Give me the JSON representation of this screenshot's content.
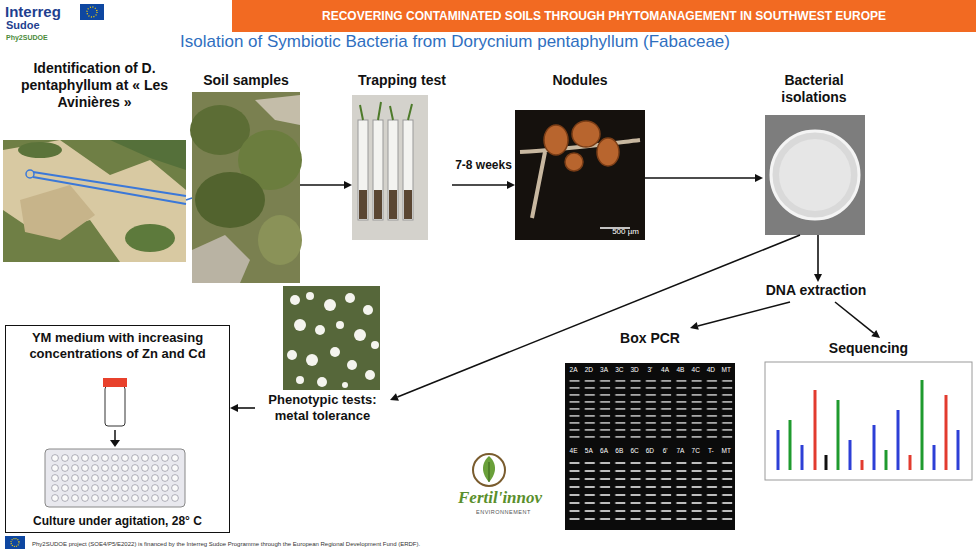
{
  "diagram": {
    "title": "Isolation of Symbiotic Bacteria from Dorycnium pentaphyllum (Fabaceae)",
    "nodes": [
      {
        "text": [
          "Identification of D. pentaphyllum at « Les Avinières »"
        ]
      },
      {
        "text": [
          "Soil samples"
        ]
      },
      {
        "text": [
          "Trapping test"
        ]
      },
      {
        "text": [
          "Nodules",
          "500 µm"
        ]
      },
      {
        "text": [
          "Bacterial isolations"
        ]
      },
      {
        "text": [
          "DNA extraction"
        ]
      },
      {
        "text": [
          "Box PCR"
        ]
      },
      {
        "text": [
          "Sequencing"
        ]
      },
      {
        "text": [
          "Phenotypic tests: metal tolerance"
        ]
      },
      {
        "text": [
          "YM medium with increasing concentrations of Zn and Cd",
          "Culture under agitation, 28° C"
        ]
      }
    ],
    "edges": [
      {
        "from": 0,
        "to": 1,
        "arrow": "none"
      },
      {
        "from": 1,
        "to": 2,
        "arrow": "to"
      },
      {
        "from": 2,
        "to": 3,
        "label": "7-8 weeks",
        "arrow": "to"
      },
      {
        "from": 3,
        "to": 4,
        "arrow": "to"
      },
      {
        "from": 4,
        "to": 5,
        "arrow": "to"
      },
      {
        "from": 5,
        "to": 6,
        "arrow": "to"
      },
      {
        "from": 5,
        "to": 7,
        "arrow": "to"
      },
      {
        "from": 4,
        "to": 8,
        "arrow": "to"
      },
      {
        "from": 8,
        "to": 9,
        "arrow": "to"
      }
    ],
    "labels": [
      "RECOVERING CONTAMINATED SOILS THROUGH PHYTOMANAGEMENT IN SOUTHWEST EUROPE",
      "Interreg",
      "Sudoe",
      "Phy2SUDOE",
      "2A",
      "2D",
      "3A",
      "3C",
      "3D",
      "3'",
      "4A",
      "4B",
      "4C",
      "4D",
      "MT",
      "4E",
      "5A",
      "6A",
      "6B",
      "6C",
      "6D",
      "6'",
      "7A",
      "7C",
      "T-",
      "MT",
      "Fertil'innov",
      "ENVIRONNEMENT",
      "Phy2SUDOE project (SOE4/P5/E2022) is financed by the Interreg Sudoe Programme through the European Regional Development Fund (ERDF)."
    ]
  }
}
